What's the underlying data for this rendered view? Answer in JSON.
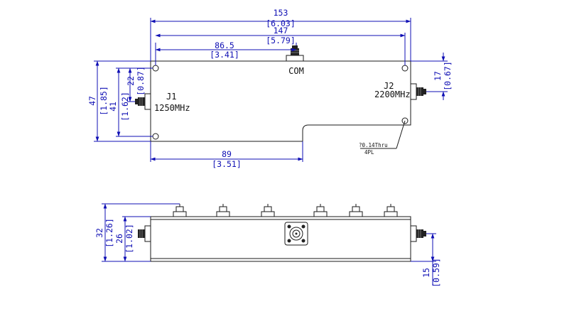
{
  "top_view": {
    "overall_width": {
      "value": "153",
      "inch": "[6.03]"
    },
    "hole_spacing": {
      "value": "147",
      "inch": "[5.79]"
    },
    "com_offset": {
      "value": "86.5",
      "inch": "[3.41]"
    },
    "step_width": {
      "value": "89",
      "inch": "[3.51]"
    },
    "overall_height": {
      "value": "47",
      "inch": "[1.85]"
    },
    "hole_vertical": {
      "value": "41",
      "inch": "[1.62]"
    },
    "j1_offset": {
      "value": "22",
      "inch": "[0.87]"
    },
    "j2_offset": {
      "value": "17",
      "inch": "[0.67]"
    },
    "com_label": "COM",
    "j1": {
      "name": "J1",
      "freq": "1250MHz"
    },
    "j2": {
      "name": "J2",
      "freq": "2200MHz"
    },
    "hole_note_line1": "?0.14Thru",
    "hole_note_line2": "4PL"
  },
  "side_view": {
    "overall_height": {
      "value": "32",
      "inch": "[1.26]"
    },
    "body_height": {
      "value": "26",
      "inch": "[1.02]"
    },
    "connector_offset": {
      "value": "15",
      "inch": "[0.59]"
    }
  }
}
